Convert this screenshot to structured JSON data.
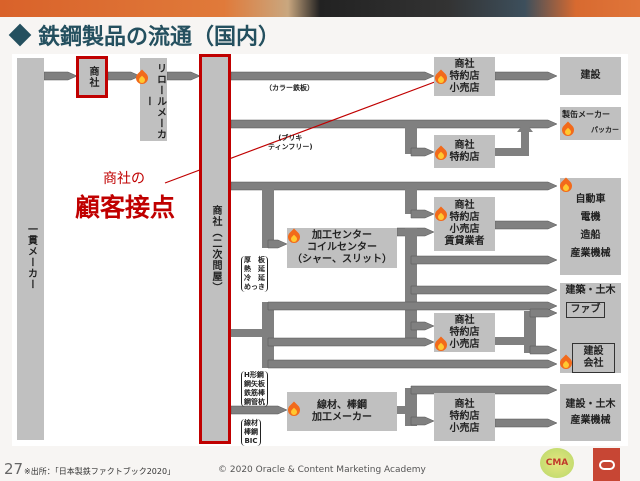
{
  "title": "鉄鋼製品の流通（国内）",
  "nodes": {
    "integrated_maker": "一貫メーカー",
    "trading_top": "商社",
    "reroll_maker": "リロールメーカー",
    "trading_secondary": "商社（二次問屋）",
    "dealer1": [
      "商社",
      "特約店",
      "小売店"
    ],
    "dealer2": [
      "商社",
      "特約店"
    ],
    "dealer3": [
      "商社",
      "特約店",
      "小売店",
      "賃貸業者"
    ],
    "dealer4": [
      "商社",
      "特約店",
      "小売店"
    ],
    "dealer5": [
      "商社",
      "特約店",
      "小売店"
    ],
    "coil_center": [
      "加工センター",
      "コイルセンター",
      "（シャー、スリット）"
    ],
    "wire_maker": [
      "線材、棒鋼",
      "加工メーカー"
    ],
    "construction": "建設",
    "can_maker": "製缶メーカー",
    "packer": "パッカー",
    "industries": [
      "自動車",
      "電機",
      "造船",
      "産業機械"
    ],
    "civil": "建築・土木",
    "fab": "ファブ",
    "contractor": [
      "建設",
      "会社"
    ],
    "civil_industry": [
      "建設・土木",
      "産業機械"
    ]
  },
  "labels": {
    "color_sheet": "（カラー鉄板）",
    "tinplate": [
      "ブリキ",
      "ティンフリー"
    ],
    "plate": [
      "厚　板",
      "熱　延",
      "冷　延",
      "めっき"
    ],
    "shapes": [
      "H形鋼",
      "鋼矢板",
      "鉄筋棒",
      "鋼管杭"
    ],
    "wire": [
      "線材",
      "棒鋼",
      "BIC"
    ]
  },
  "callout": {
    "small": "商社の",
    "big": "顧客接点"
  },
  "footer": {
    "page": "27",
    "source": "※出所：「日本製鉄ファクトブック2020」",
    "copyright": "© 2020 Oracle  & Content Marketing Academy",
    "cma_logo": "CMA"
  },
  "colors": {
    "accent": "#c00000",
    "title": "#24505f",
    "arrow": "#808080",
    "box": "#c0c0c0"
  }
}
